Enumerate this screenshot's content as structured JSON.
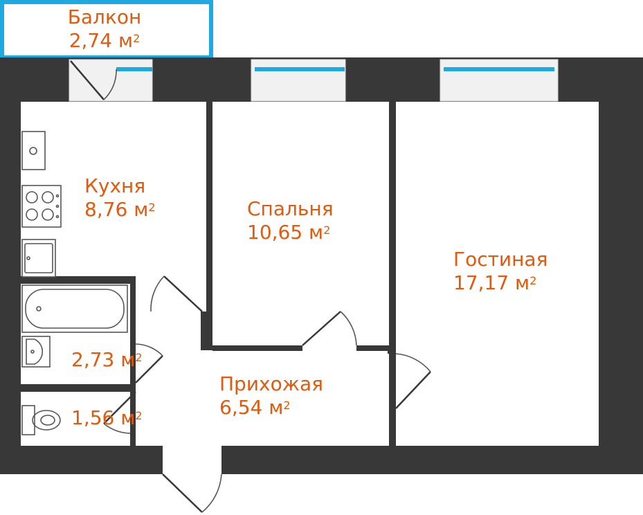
{
  "rooms": {
    "balcony": {
      "name": "Балкон",
      "area": "2,74 м",
      "sup": "2"
    },
    "kitchen": {
      "name": "Кухня",
      "area": "8,76 м",
      "sup": "2"
    },
    "bedroom": {
      "name": "Спальня",
      "area": "10,65 м",
      "sup": "2"
    },
    "living": {
      "name": "Гостиная",
      "area": "17,17 м",
      "sup": "2"
    },
    "hallway": {
      "name": "Прихожая",
      "area": "6,54 м",
      "sup": "2"
    },
    "bathroom": {
      "area": "2,73 м",
      "sup": "2"
    },
    "toilet": {
      "area": "1,56 м",
      "sup": "2"
    }
  },
  "colors": {
    "wall": "#383838",
    "label": "#e35a0c",
    "window_glass": "#1ea9e0",
    "balcony_outline": "#1ea9e0"
  }
}
